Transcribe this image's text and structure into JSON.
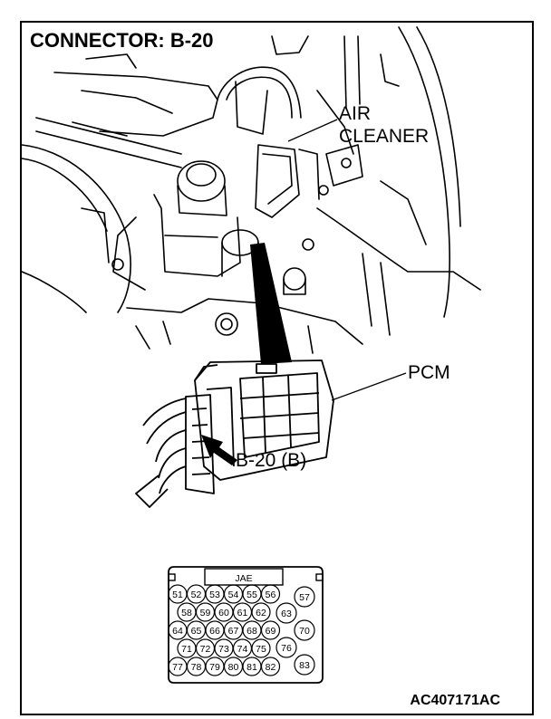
{
  "title": "CONNECTOR: B-20",
  "labels": {
    "air": "AIR",
    "cleaner": "CLEANER",
    "pcm": "PCM",
    "connector": "B-20 (B)"
  },
  "connector_face": {
    "type": "JAE",
    "rows": [
      [
        "51",
        "52",
        "53",
        "54",
        "55",
        "56"
      ],
      [
        "58",
        "59",
        "60",
        "61",
        "62"
      ],
      [
        "64",
        "65",
        "66",
        "67",
        "68",
        "69"
      ],
      [
        "71",
        "72",
        "73",
        "74",
        "75"
      ],
      [
        "77",
        "78",
        "79",
        "80",
        "81",
        "82"
      ]
    ],
    "side_pins": [
      "57",
      "63",
      "70",
      "76",
      "83"
    ]
  },
  "footer_code": "AC407171AC"
}
